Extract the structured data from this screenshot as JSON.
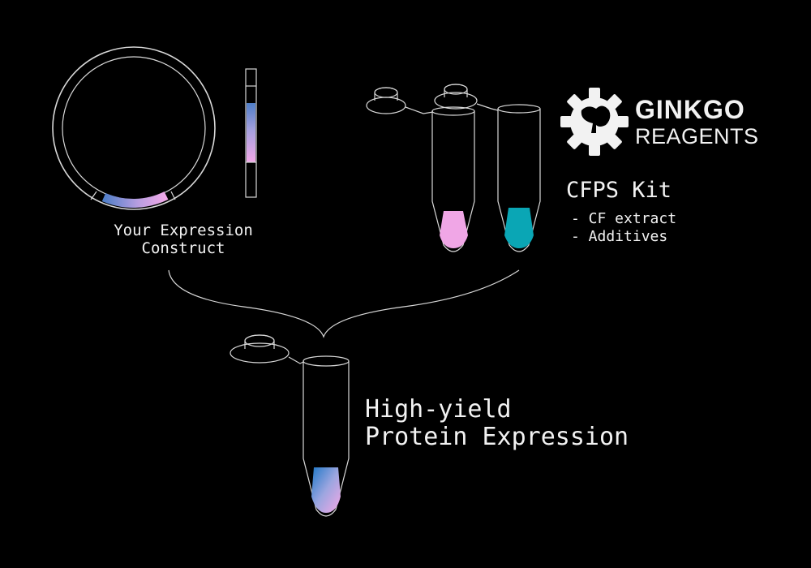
{
  "construct": {
    "label_line1": "Your Expression",
    "label_line2": "Construct"
  },
  "brand": {
    "line1": "GINKGO",
    "line2": "REAGENTS"
  },
  "kit": {
    "title": "CFPS Kit",
    "items": [
      "- CF extract",
      "- Additives"
    ]
  },
  "result": {
    "line1": "High-yield",
    "line2": "Protein Expression"
  },
  "colors": {
    "background": "#000000",
    "outline": "#d8d8d8",
    "blue": "#5b7fc6",
    "pink": "#f0a6e6",
    "teal": "#0aa6b5"
  }
}
